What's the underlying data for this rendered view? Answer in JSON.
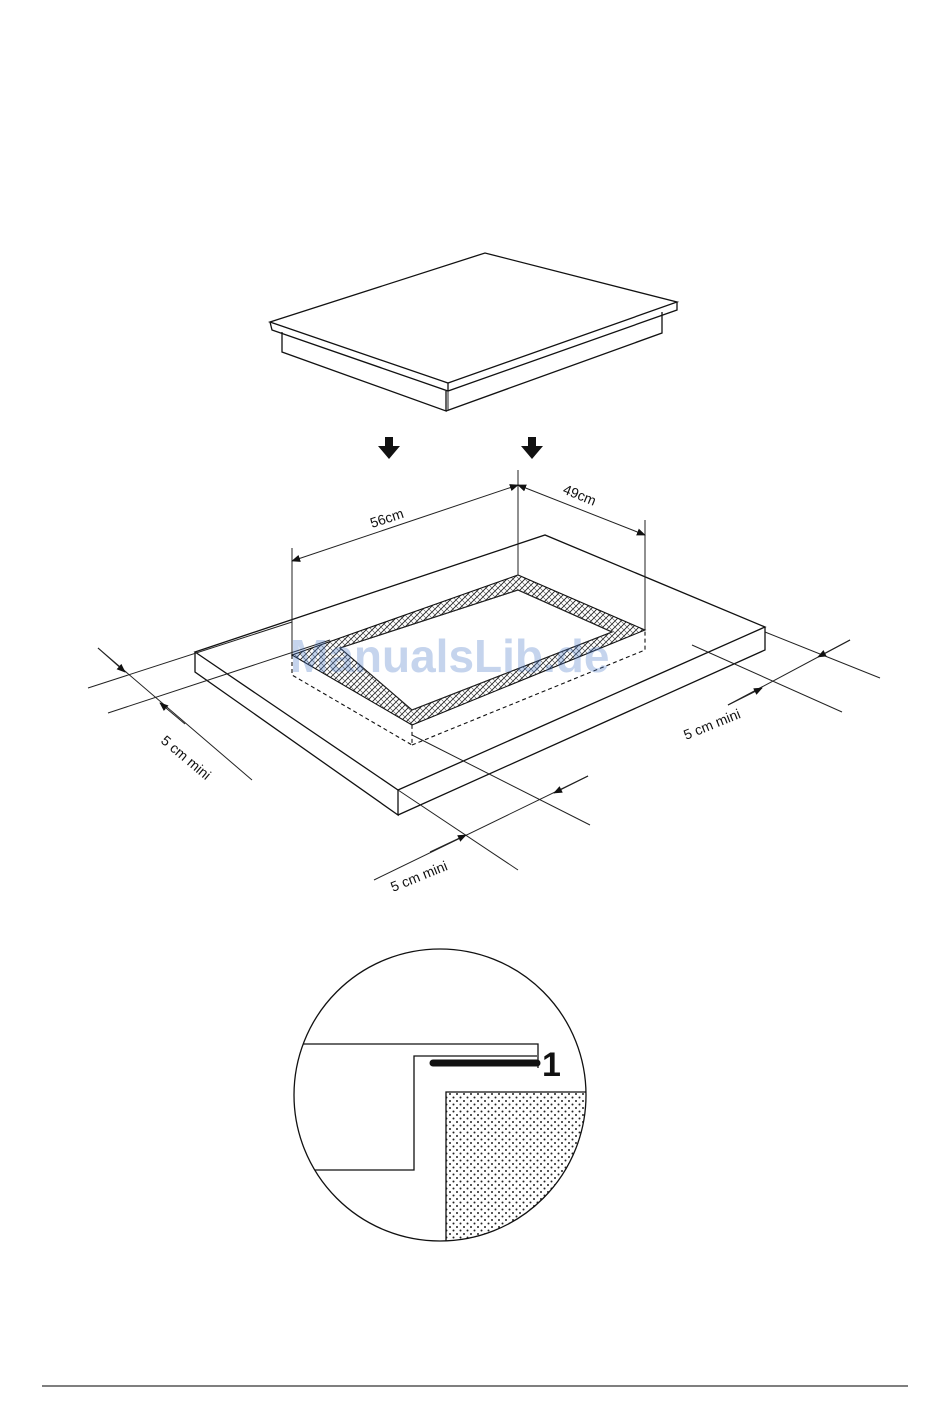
{
  "dimensions": {
    "width_label": "56cm",
    "depth_label": "49cm",
    "clearance_left": "5 cm mini",
    "clearance_front": "5 cm mini",
    "clearance_right": "5 cm mini"
  },
  "detail": {
    "callout_number": "1"
  },
  "watermark": "ManualsLib.de",
  "colors": {
    "line": "#111111",
    "watermark": "#4a78c8"
  }
}
